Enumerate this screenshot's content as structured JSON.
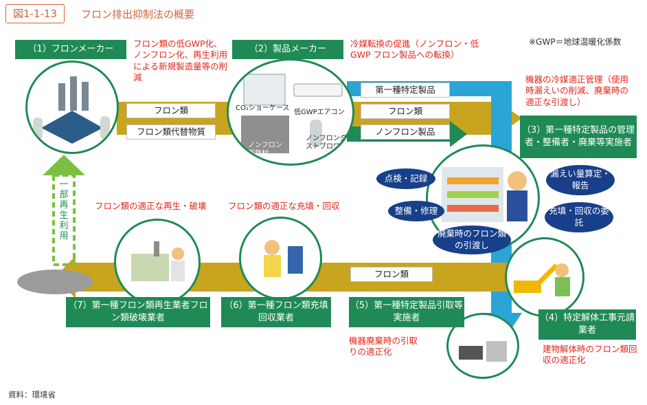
{
  "header": {
    "figure_number": "図1-1-13",
    "title": "フロン排出抑制法の概要",
    "note": "※GWP＝地球温暖化係数"
  },
  "actors": {
    "a1": "（1）フロンメーカー",
    "a2": "（2）製品メーカー",
    "a3": "（3）第一種特定製品の管理者・整備者・廃棄等実施者",
    "a4": "（4）特定解体工事元請業者",
    "a5": "（5）第一種特定製品引取等実施者",
    "a6": "（6）第一種フロン類充填回収業者",
    "a7": "（7）第一種フロン類再生業者フロン類破壊業者"
  },
  "red_notes": {
    "n1": "フロン類の低GWP化、ノンフロン化、再生利用による新規製造量等の削減",
    "n2": "冷媒転換の促進（ノンフロン・低GWP フロン製品への転換）",
    "n3": "機器の冷媒適正管理（使用時漏えいの削減、廃棄時の適正な引渡し）",
    "n4": "建物解体時のフロン類回収の適正化",
    "n5": "機器廃棄時の引取りの適正化",
    "n6": "フロン類の適正な充填・回収",
    "n7": "フロン類の適正な再生・破壊"
  },
  "flows": {
    "f1": "フロン類",
    "f2": "フロン類代替物質",
    "f3": "第一種特定製品",
    "f4": "フロン類",
    "f5": "ノンフロン製品",
    "f6": "フロン類",
    "recycle": "一部再生利用"
  },
  "products": {
    "showcase": "CO₂ショーケース",
    "aircon": "低GWPエアコン",
    "insulation": "ノンフロン断熱材",
    "duster": "ノンフロンダストブロワー"
  },
  "duties": {
    "d1": "点検・記録",
    "d2": "整備・修理",
    "d3": "廃棄時のフロン類の引渡し",
    "d4": "漏えい量算定・報告",
    "d5": "充填・回収の委託"
  },
  "source": "資料：環境省",
  "colors": {
    "green": "#1f8a55",
    "red": "#e0261a",
    "gold": "#c9a41e",
    "blue": "#2aa5d5",
    "navy": "#173f8a",
    "orange": "#d9603b"
  }
}
